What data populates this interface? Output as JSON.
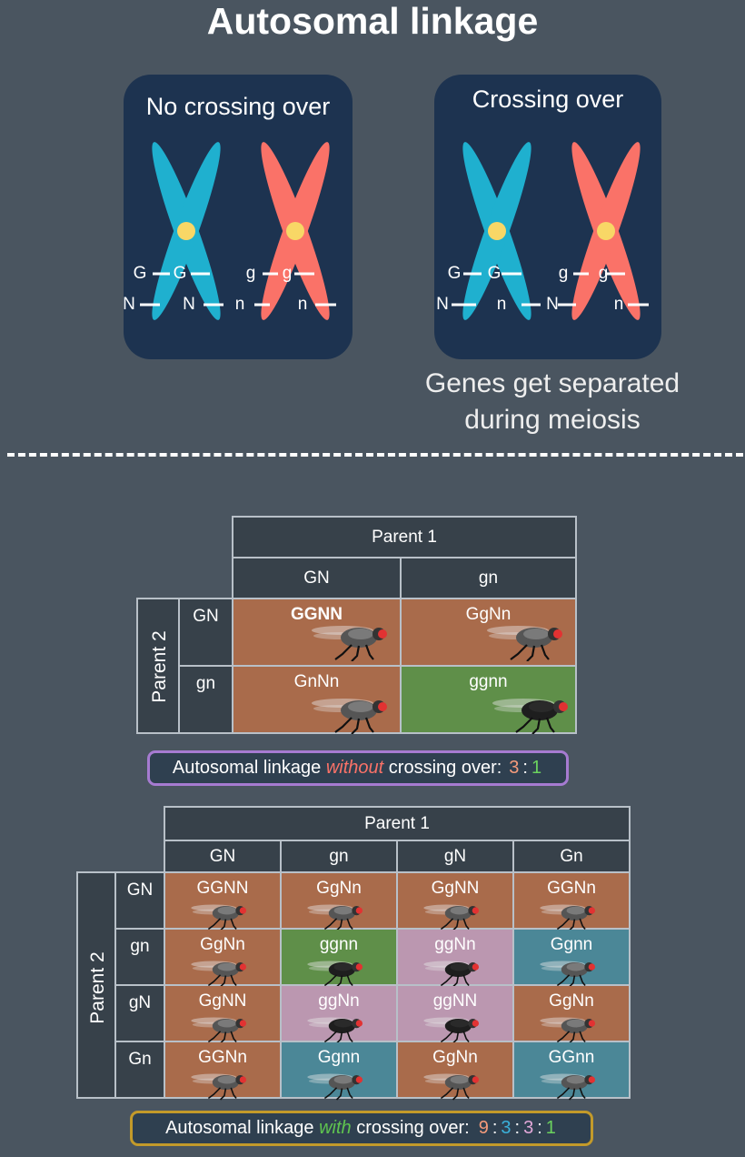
{
  "title": "Autosomal linkage",
  "panels": {
    "no_crossing": {
      "title": "No crossing over",
      "labels": [
        "G",
        "G",
        "g",
        "g",
        "N",
        "N",
        "n",
        "n"
      ]
    },
    "crossing": {
      "title": "Crossing over",
      "labels": [
        "G",
        "G",
        "g",
        "g",
        "N",
        "n",
        "N",
        "n"
      ],
      "caption_line1": "Genes get separated",
      "caption_line2": "during meiosis"
    }
  },
  "colors": {
    "blue_chromosome": "#1fb0cf",
    "red_chromosome": "#fa7268",
    "centromere": "#f8d766",
    "brown": "#a96b4b",
    "green": "#5f8f49",
    "pink": "#bb97b0",
    "teal": "#4b8797"
  },
  "grid1": {
    "parent1": "Parent 1",
    "parent2": "Parent 2",
    "cols": [
      "GN",
      "gn"
    ],
    "rows": [
      "GN",
      "gn"
    ],
    "cells": [
      [
        "GGNN",
        "GgNn"
      ],
      [
        "GnNn",
        "ggnn"
      ]
    ],
    "ratio": {
      "prefix": "Autosomal linkage ",
      "emph": "without",
      "suffix": " crossing over:",
      "r1": "3",
      "sep": ":",
      "r2": "1"
    }
  },
  "grid2": {
    "parent1": "Parent 1",
    "parent2": "Parent 2",
    "cols": [
      "GN",
      "gn",
      "gN",
      "Gn"
    ],
    "rows": [
      "GN",
      "gn",
      "gN",
      "Gn"
    ],
    "cells": [
      [
        "GGNN",
        "GgNn",
        "GgNN",
        "GGNn"
      ],
      [
        "GgNn",
        "ggnn",
        "ggNn",
        "Ggnn"
      ],
      [
        "GgNN",
        "ggNn",
        "ggNN",
        "GgNn"
      ],
      [
        "GGNn",
        "Ggnn",
        "GgNn",
        "GGnn"
      ]
    ],
    "ratio": {
      "prefix": "Autosomal linkage ",
      "emph": "with",
      "suffix": " crossing over:",
      "r1": "9",
      "sep1": ":",
      "r2": "3",
      "sep2": ":",
      "r3": "3",
      "sep3": ":",
      "r4": "1"
    }
  }
}
